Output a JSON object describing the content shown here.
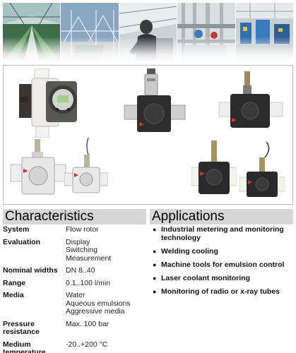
{
  "banner": {
    "photos": [
      "greenhouse-photo",
      "greenhouse-structure-photo",
      "technician-photo",
      "pipework-photo",
      "factory-hall-photo"
    ]
  },
  "products": {
    "items": [
      "flow-rotor-with-display",
      "flow-rotor-with-switch",
      "flow-rotor-black-compact",
      "flow-rotor-white-large",
      "flow-rotor-white-small",
      "flow-rotor-black-large",
      "flow-rotor-black-small"
    ]
  },
  "characteristics": {
    "title": "Characteristics",
    "rows": [
      {
        "label": "System",
        "lines": [
          "Flow rotor"
        ]
      },
      {
        "label": "Evaluation",
        "lines": [
          "Display",
          "Switching",
          "Measurement"
        ]
      },
      {
        "label": "Nominal widths",
        "lines": [
          "DN 8..40"
        ]
      },
      {
        "label": "Range",
        "lines": [
          "0.1..100 l/min"
        ]
      },
      {
        "label": "Media",
        "lines": [
          "Water",
          "Aqueous emulsions",
          "Aggressive media"
        ]
      },
      {
        "label": "Pressure resistance",
        "lines": [
          "Max. 100 bar"
        ]
      },
      {
        "label": "Medium temperature",
        "lines": [
          "-20..+200 °C"
        ]
      }
    ]
  },
  "applications": {
    "title": "Applications",
    "items": [
      "Industrial metering and monitoring technology",
      "Welding cooling",
      "Machine tools for emulsion control",
      "Laser coolant monitoring",
      "Monitoring of radio or x-ray tubes"
    ]
  },
  "colors": {
    "header_bg": "#d6d6d6",
    "panel_border": "#b9b9b9",
    "sensor_red": "#d8352a"
  }
}
